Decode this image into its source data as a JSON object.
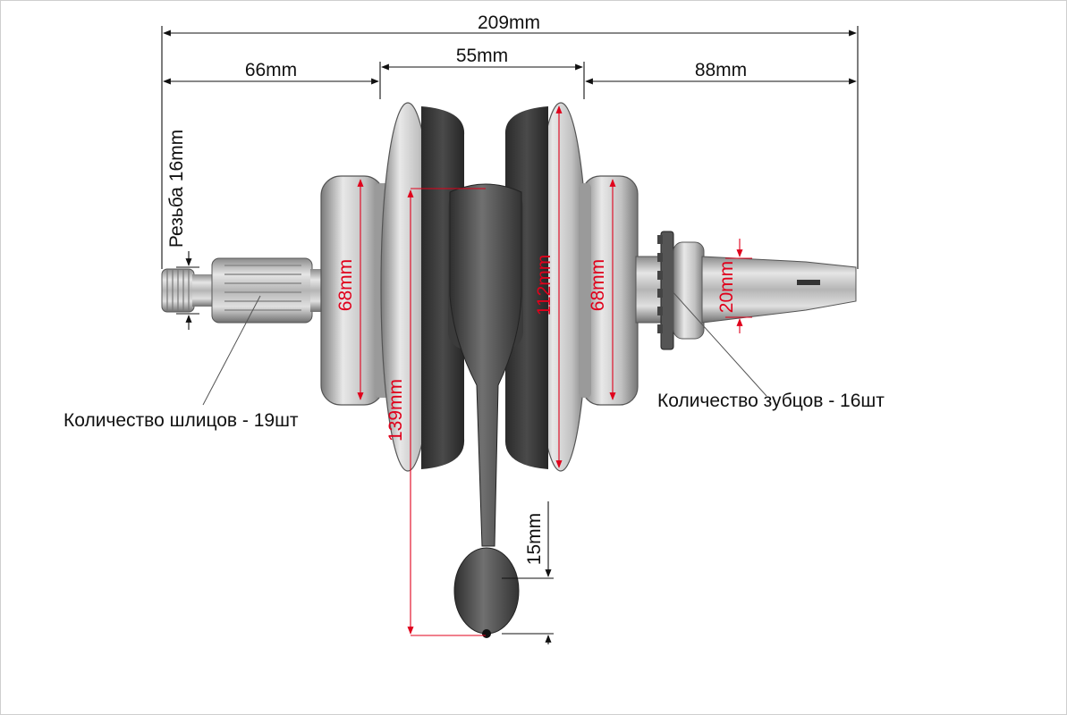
{
  "dimensions": {
    "overall_length": "209mm",
    "left_shaft_length": "66mm",
    "flywheel_width": "55mm",
    "right_shaft_length": "88mm",
    "thread": "Резьба 16mm",
    "left_bearing_diameter": "68mm",
    "flywheel_diameter": "112mm",
    "right_bearing_diameter": "68mm",
    "right_shaft_diameter": "20mm",
    "rod_length": "139mm",
    "small_end_diameter": "15mm"
  },
  "notes": {
    "splines": "Количество шлицов - 19шт",
    "teeth": "Количество зубцов - 16шт"
  },
  "colors": {
    "dimension_black": "#111111",
    "dimension_red": "#e0001b",
    "steel_light": "#d9d9d9",
    "steel_dark": "#6e6e6e",
    "cast_iron": "#3a3a3a"
  }
}
